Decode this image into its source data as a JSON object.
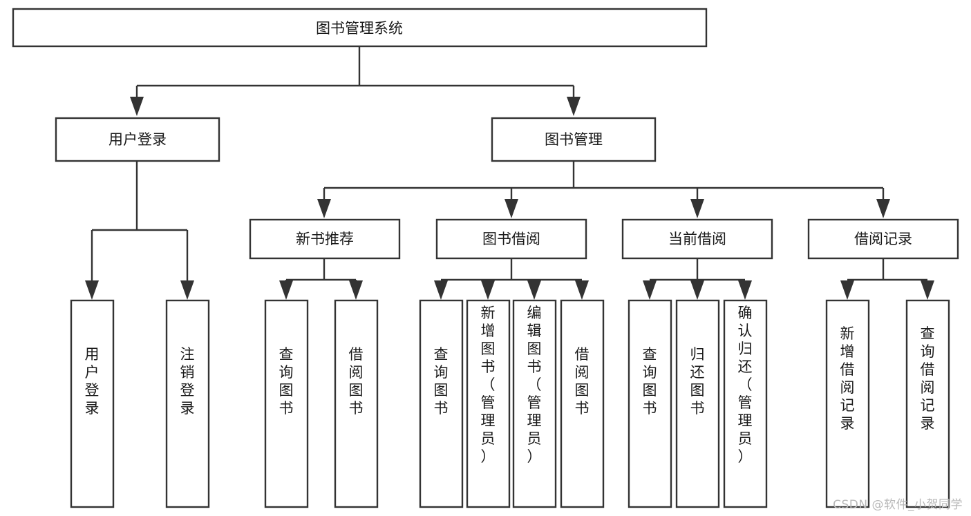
{
  "diagram": {
    "type": "tree-flowchart",
    "title": "图书管理系统",
    "root": {
      "id": "root",
      "label": "图书管理系统",
      "orientation": "horizontal"
    },
    "level1": [
      {
        "id": "user-login",
        "label": "用户登录",
        "orientation": "horizontal"
      },
      {
        "id": "book-manage",
        "label": "图书管理",
        "orientation": "horizontal"
      }
    ],
    "level2": [
      {
        "id": "new-book-recommend",
        "label": "新书推荐",
        "parent": "book-manage",
        "orientation": "horizontal"
      },
      {
        "id": "book-borrow",
        "label": "图书借阅",
        "parent": "book-manage",
        "orientation": "horizontal"
      },
      {
        "id": "current-borrow",
        "label": "当前借阅",
        "parent": "book-manage",
        "orientation": "horizontal"
      },
      {
        "id": "borrow-record",
        "label": "借阅记录",
        "parent": "book-manage",
        "orientation": "horizontal"
      }
    ],
    "leaves": [
      {
        "id": "leaf-user-login",
        "label": "用户登录",
        "parent": "user-login",
        "orientation": "vertical"
      },
      {
        "id": "leaf-logout-login",
        "label": "注销登录",
        "parent": "user-login",
        "orientation": "vertical"
      },
      {
        "id": "leaf-query-book-1",
        "label": "查询图书",
        "parent": "new-book-recommend",
        "orientation": "vertical"
      },
      {
        "id": "leaf-borrow-book-1",
        "label": "借阅图书",
        "parent": "new-book-recommend",
        "orientation": "vertical"
      },
      {
        "id": "leaf-query-book-2",
        "label": "查询图书",
        "parent": "book-borrow",
        "orientation": "vertical"
      },
      {
        "id": "leaf-add-book",
        "label": "新增图书（管理员）",
        "parent": "book-borrow",
        "orientation": "vertical"
      },
      {
        "id": "leaf-edit-book",
        "label": "编辑图书（管理员）",
        "parent": "book-borrow",
        "orientation": "vertical"
      },
      {
        "id": "leaf-borrow-book-2",
        "label": "借阅图书",
        "parent": "book-borrow",
        "orientation": "vertical"
      },
      {
        "id": "leaf-query-book-3",
        "label": "查询图书",
        "parent": "current-borrow",
        "orientation": "vertical"
      },
      {
        "id": "leaf-return-book",
        "label": "归还图书",
        "parent": "current-borrow",
        "orientation": "vertical"
      },
      {
        "id": "leaf-confirm-return",
        "label": "确认归还（管理员）",
        "parent": "current-borrow",
        "orientation": "vertical"
      },
      {
        "id": "leaf-add-record",
        "label": "新增借阅记录",
        "parent": "borrow-record",
        "orientation": "vertical"
      },
      {
        "id": "leaf-query-record",
        "label": "查询借阅记录",
        "parent": "borrow-record",
        "orientation": "vertical"
      }
    ],
    "colors": {
      "background": "#ffffff",
      "box_fill": "#ffffff",
      "stroke": "#333333",
      "text": "#1a1a1a",
      "watermark": "#b8b8b8"
    }
  },
  "watermark": {
    "text": "CSDN @软件_小贺同学"
  }
}
